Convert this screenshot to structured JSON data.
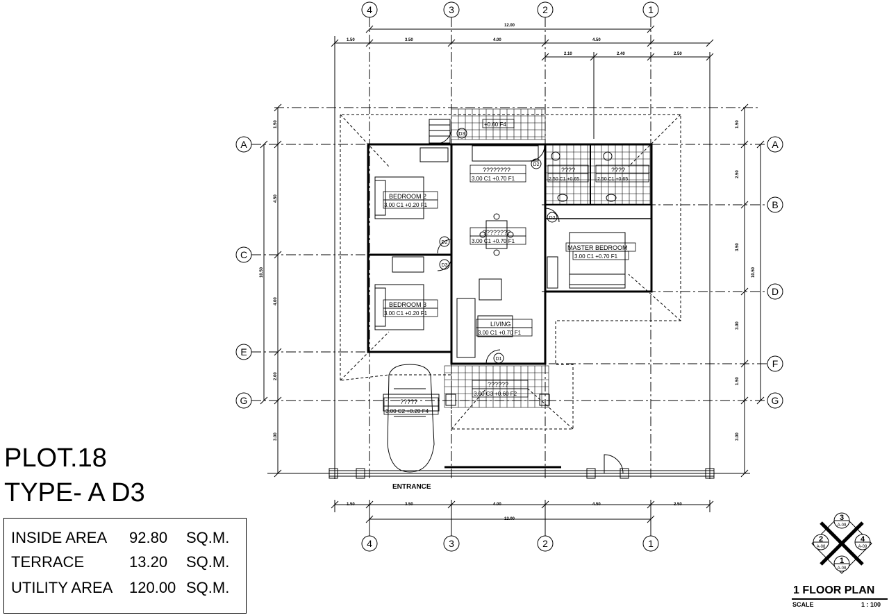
{
  "title": {
    "plot": "PLOT.18",
    "type": "TYPE- A  D3"
  },
  "areas": [
    {
      "label": "INSIDE AREA",
      "value": "92.80",
      "unit": "SQ.M."
    },
    {
      "label": "TERRACE",
      "value": "13.20",
      "unit": "SQ.M."
    },
    {
      "label": "UTILITY AREA",
      "value": "120.00",
      "unit": "SQ.M."
    }
  ],
  "plan": {
    "title": "1 FLOOR PLAN",
    "scale_label": "SCALE",
    "scale_value": "1 : 100",
    "entrance": "ENTRANCE"
  },
  "grid_numbers": [
    "4",
    "3",
    "2",
    "1"
  ],
  "grid_letters_left": [
    "A",
    "C",
    "E",
    "G"
  ],
  "grid_letters_right": [
    "A",
    "B",
    "D",
    "F",
    "G"
  ],
  "dims_top": {
    "overall": "12.00",
    "segments": [
      "1.50",
      "3.50",
      "4.00",
      "4.50",
      "2.50"
    ],
    "sub_segments": [
      "2.10",
      "2.40",
      "2.50"
    ]
  },
  "dims_bottom": {
    "overall": "12.00",
    "segments": [
      "1.50",
      "3.50",
      "4.00",
      "4.50",
      "2.50"
    ]
  },
  "dims_left": {
    "overall": "10.50",
    "segments": [
      "1.50",
      "4.50",
      "4.00",
      "2.00",
      "3.00"
    ]
  },
  "dims_right": {
    "overall": "10.50",
    "segments": [
      "1.50",
      "2.50",
      "3.50",
      "3.00",
      "1.50",
      "3.00"
    ]
  },
  "rooms": [
    {
      "name": "BEDROOM 2",
      "spec": "3.00 C1 +0.20 F1"
    },
    {
      "name": "BEDROOM 3",
      "spec": "3.00 C1 +0.20 F1"
    },
    {
      "name": "????????",
      "spec": "3.00 C1 +0.70 F1"
    },
    {
      "name": "????????",
      "spec": "3.00 C1 +0.70 F1"
    },
    {
      "name": "MASTER BEDROOM",
      "spec": "3.00 C1 +0.70 F1"
    },
    {
      "name": "LIVING",
      "spec": "3.00 C1 +0.70 F1"
    },
    {
      "name": "??????",
      "spec": "3.00 C3 +0.60 F2"
    },
    {
      "name": "?????",
      "spec": "3.00 C2 +0.20 F4"
    },
    {
      "name": "????",
      "spec": "2.50 C1 +0.65"
    },
    {
      "name": "????",
      "spec": "2.50 C1 +0.65"
    }
  ],
  "service_label": "+0.60 F4",
  "doors": [
    "D3",
    "D2",
    "D2",
    "D3",
    "D1",
    "D2"
  ],
  "section_marker": {
    "n1": "1",
    "n2": "2",
    "n3": "3",
    "n4": "4",
    "sheet": "A-09",
    "sheet_alt": "A-08"
  }
}
